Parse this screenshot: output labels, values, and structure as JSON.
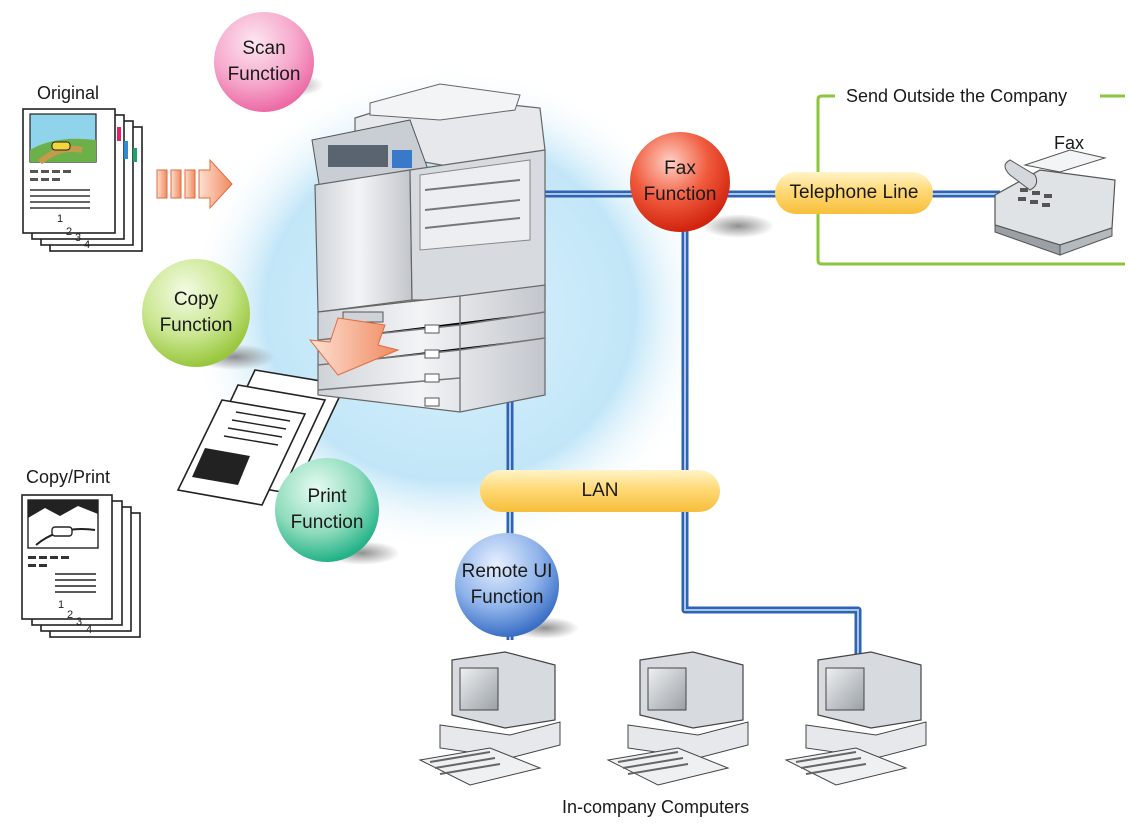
{
  "labels": {
    "original": "Original",
    "copy_print": "Copy/Print",
    "send_outside": "Send Outside the Company",
    "fax_device": "Fax",
    "in_company": "In-company Computers"
  },
  "functions": {
    "scan": [
      "Scan",
      "Function"
    ],
    "copy": [
      "Copy",
      "Function"
    ],
    "print": [
      "Print",
      "Function"
    ],
    "fax": [
      "Fax",
      "Function"
    ],
    "remote_ui": [
      "Remote UI",
      "Function"
    ]
  },
  "connections": {
    "telephone_line": "Telephone Line",
    "lan": "LAN"
  },
  "pages": {
    "original": [
      "1",
      "2",
      "3",
      "4"
    ],
    "copy": [
      "1",
      "2",
      "3",
      "4"
    ]
  },
  "colors": {
    "line": "#2f63b5",
    "outside_box": "#8cc63f",
    "scan": "#f06aa6",
    "copy": "#9ccc3c",
    "print": "#25b58a",
    "fax": "#e42b1f",
    "remote_ui": "#3c73c9",
    "pill": "#f7bf3a",
    "halo": "#bfe6f8"
  },
  "icons": [
    "printer-icon",
    "fax-machine-icon",
    "computer-icon",
    "document-stack-icon",
    "arrow-right-icon",
    "arrow-down-icon"
  ]
}
